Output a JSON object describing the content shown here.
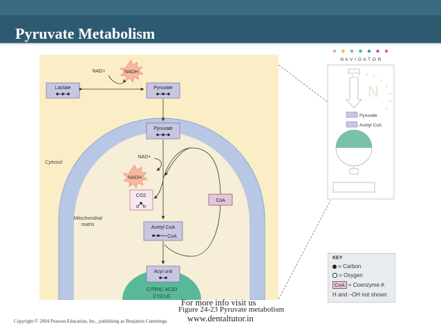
{
  "header": {
    "title": "Pyruvate Metabolism"
  },
  "diagram": {
    "nad_top": "NAD+",
    "nadh_top": "NADH",
    "lactate": "Lactate",
    "pyruvate_top": "Pyruvate",
    "pyruvate_mito": "Pyruvate",
    "cytosol": "Cytosol",
    "nad_mito": "NAD+",
    "nadh_mito": "NADH",
    "co2": "CO2",
    "coa": "CoA",
    "mito_matrix_line1": "Mitochondrial",
    "mito_matrix_line2": "matrix",
    "acetyl_coa": "Acetyl CoA",
    "acetyl_coa_sub": "CoA",
    "acyl_unit": "Acyl unit",
    "citric_line1": "CITRIC ACID",
    "citric_line2": "CYCLE"
  },
  "navigator": {
    "title": "N A V I G A T O R",
    "letter": "N",
    "pyruvate": "Pyruvate",
    "acetyl_coa": "Acetyl CoA",
    "dot_colors": [
      "#e6a8a0",
      "#e7b84a",
      "#7cc08a",
      "#3fb5b0",
      "#4e8fd0",
      "#9a6cc0",
      "#d26aa5"
    ]
  },
  "key": {
    "title": "KEY",
    "carbon": "= Carbon",
    "oxygen": "= Oxygen",
    "coa_label": "CoA",
    "coenzyme": "= Coenzyme A",
    "note": "H and –OH not shown"
  },
  "figure_caption": "Figure 24-23 Pyruvate metabolism",
  "overlay": {
    "line1": "For more info visit us",
    "line2": "www.dentaltutor.in"
  },
  "copyright": "Copyright © 2004 Pearson Education, Inc., publishing as Benjamin Cummings"
}
